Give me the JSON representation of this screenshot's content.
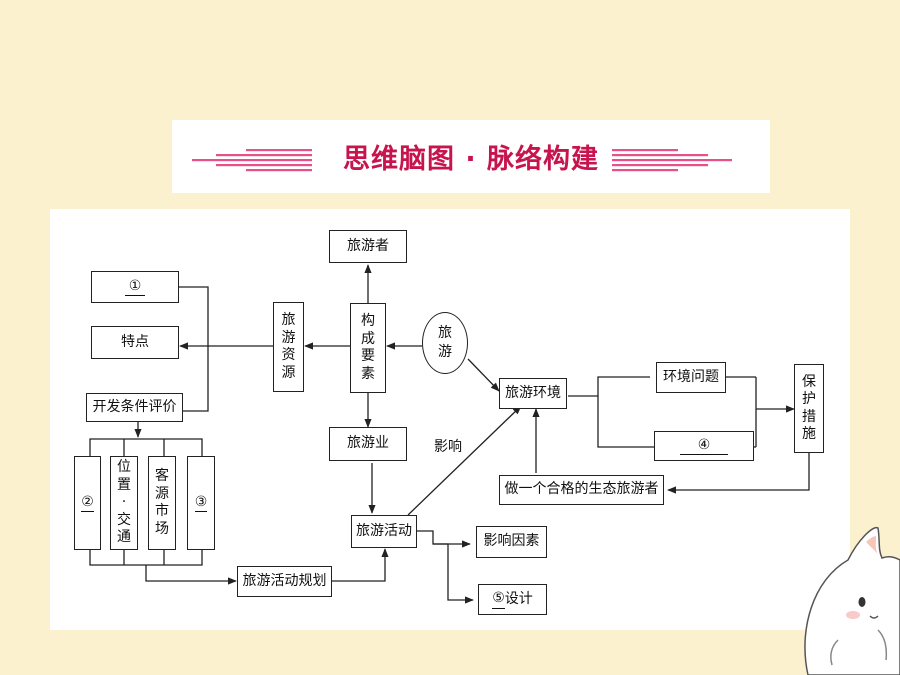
{
  "title": "思维脑图 · 脉络构建",
  "diagram": {
    "tourist": "旅游者",
    "composition": [
      "构",
      "成",
      "要",
      "素"
    ],
    "tourism_circle": [
      "旅",
      "游"
    ],
    "resources": [
      "旅",
      "游",
      "资",
      "源"
    ],
    "blank1": "①",
    "features": "特点",
    "dev_eval": "开发条件评价",
    "blank2": "②",
    "location": [
      "位",
      "置",
      "·",
      "交",
      "通"
    ],
    "market": [
      "客",
      "源",
      "市",
      "场"
    ],
    "blank3": "③",
    "industry": "旅游业",
    "activity": "旅游活动",
    "planning": "旅游活动规划",
    "environment": "旅游环境",
    "influence_label": "影响",
    "env_problem": "环境问题",
    "blank4": "④",
    "protect": [
      "保",
      "护",
      "措",
      "施"
    ],
    "eco_tourist": "做一个合格的生态旅游者",
    "factors": "影响因素",
    "design_blank": "⑤",
    "design_text": "设计"
  },
  "colors": {
    "title_red": "#c8144e",
    "stripe_pink": "#e8508a",
    "background": "#fbf1cf"
  }
}
